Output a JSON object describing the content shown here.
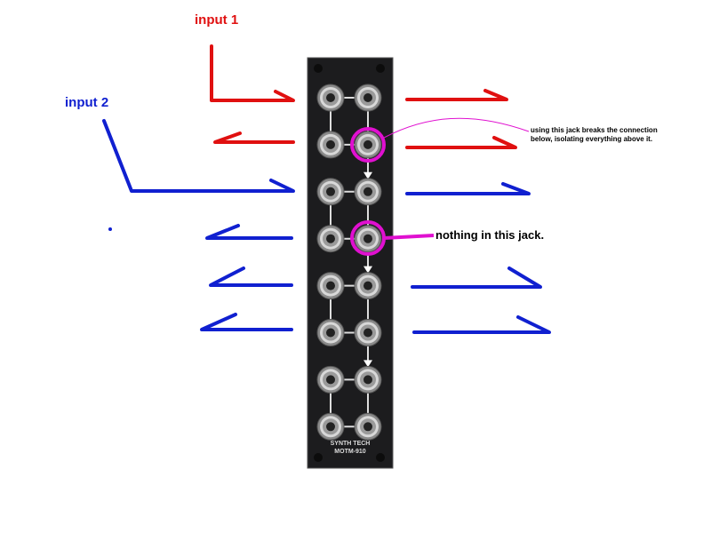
{
  "labels": {
    "input1": "input 1",
    "input2": "input 2",
    "note_break": "using this jack breaks the connection below, isolating everything above it.",
    "note_break_line1": "using this jack breaks the connection",
    "note_break_line2": "below, isolating everything above it.",
    "note_empty": "nothing in this jack."
  },
  "module": {
    "brand": "SYNTH TECH",
    "model": "MOTM-910",
    "rows": 8,
    "columns": 2
  },
  "colors": {
    "input1": "#e01010",
    "input2": "#1020d0",
    "annotation": "#e010d0",
    "panel": "#1c1c1e"
  }
}
